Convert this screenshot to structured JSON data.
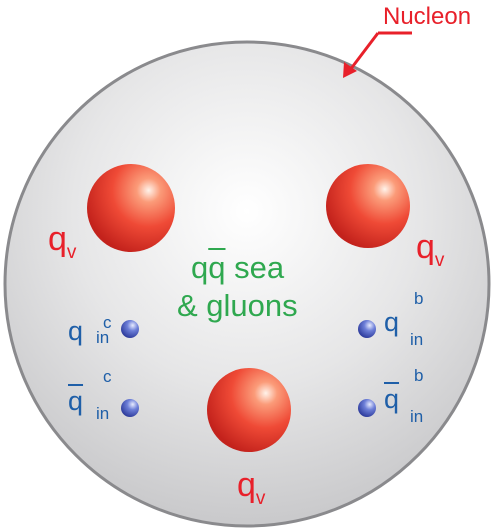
{
  "title": "Nucleon",
  "valence": {
    "q": "q",
    "sub": "v"
  },
  "sea": {
    "line1_q": "q",
    "line1_qbar": "q",
    "line1_rest": " sea",
    "line2": "& gluons"
  },
  "intrinsic_left": {
    "quark": "q",
    "antiquark": "q",
    "sup": "c",
    "sub": "in"
  },
  "intrinsic_right": {
    "quark": "q",
    "antiquark": "q",
    "sup": "b",
    "sub": "in"
  },
  "colors": {
    "nucleon_label": "#e8202a",
    "valence_label": "#e8202a",
    "sea_label": "#2fa84f",
    "intrinsic_label": "#1f5fa8"
  }
}
